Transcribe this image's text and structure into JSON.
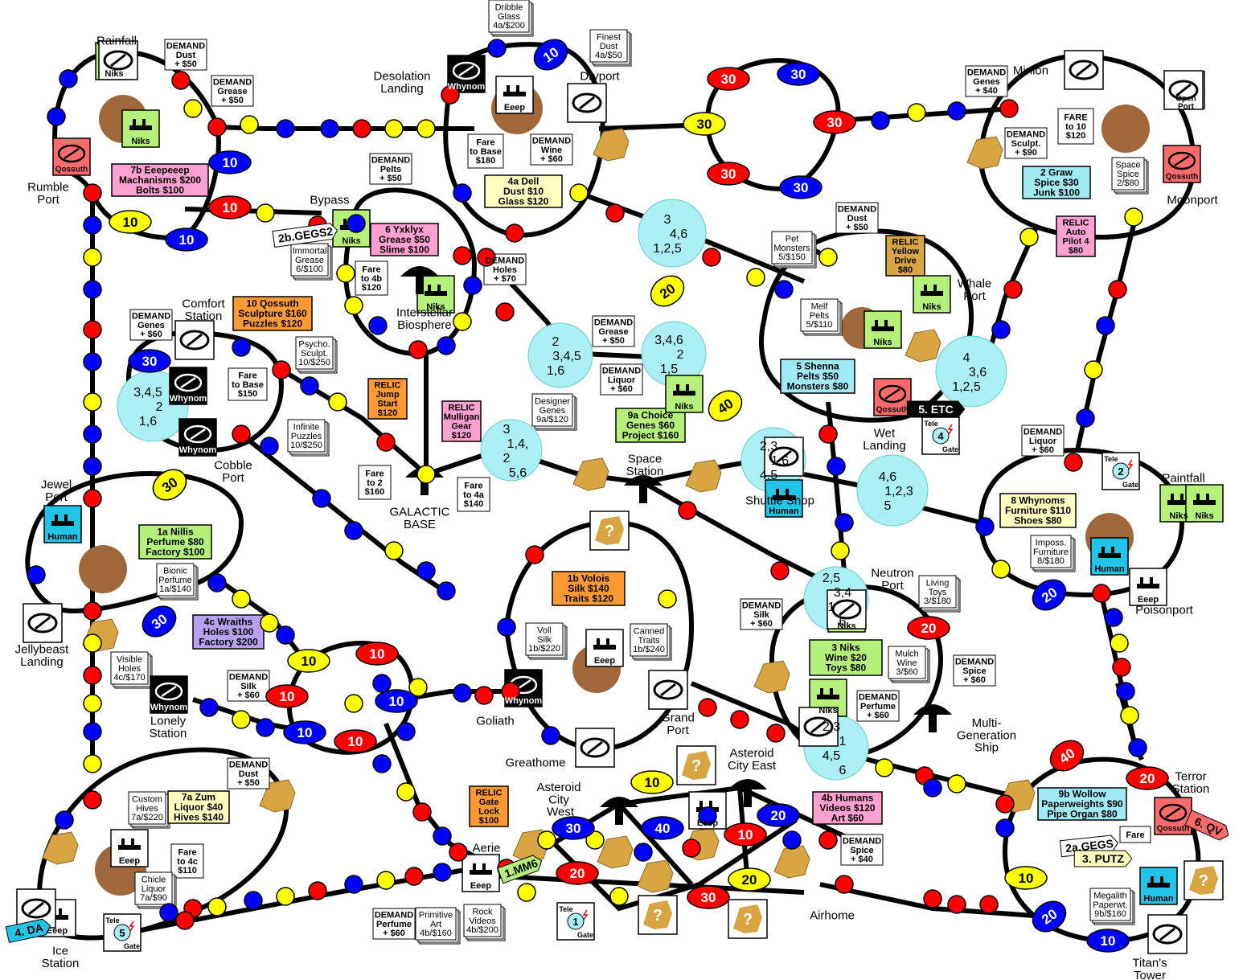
{
  "colors": {
    "red": "#ff0000",
    "blue": "#0000ff",
    "yellow": "#ffff00",
    "cyan": "#aaf0f4",
    "green": "#b4f07a",
    "pink": "#ffa0d2",
    "orange": "#ff9933",
    "lavender": "#b8a0f0",
    "cream": "#ffffc0",
    "brown": "#a0683a",
    "tan": "#d9a542",
    "ltblue": "#9feaf4",
    "human": "#22c4e8",
    "qossuth": "#ff6a6a"
  },
  "places": [
    {
      "id": "rainfall",
      "text": "Rainfall"
    },
    {
      "id": "rumble",
      "text": "Rumble\nPort"
    },
    {
      "id": "desolation",
      "text": "Desolation\nLanding"
    },
    {
      "id": "dryport",
      "text": "Dryport"
    },
    {
      "id": "minion",
      "text": "Minion"
    },
    {
      "id": "moonport",
      "text": "Moonport"
    },
    {
      "id": "bypass",
      "text": "Bypass"
    },
    {
      "id": "interstellar",
      "text": "Interstellar\nBiosphere"
    },
    {
      "id": "comfort",
      "text": "Comfort\nStation"
    },
    {
      "id": "whale",
      "text": "Whale\nPort"
    },
    {
      "id": "wet",
      "text": "Wet\nLanding"
    },
    {
      "id": "cobble",
      "text": "Cobble\nPort"
    },
    {
      "id": "jewel",
      "text": "Jewel\nPort"
    },
    {
      "id": "galactic",
      "text": "GALACTIC\nBASE"
    },
    {
      "id": "spacest",
      "text": "Space\nStation"
    },
    {
      "id": "shuttle",
      "text": "Shuttle Shop"
    },
    {
      "id": "paintfall",
      "text": "Paintfall"
    },
    {
      "id": "neutron",
      "text": "Neutron\nPort"
    },
    {
      "id": "poison",
      "text": "Poisonport"
    },
    {
      "id": "jelly",
      "text": "Jellybeast\nLanding"
    },
    {
      "id": "lonely",
      "text": "Lonely\nStation"
    },
    {
      "id": "goliath",
      "text": "Goliath"
    },
    {
      "id": "grandp",
      "text": "Grand\nPort"
    },
    {
      "id": "greathome",
      "text": "Greathome"
    },
    {
      "id": "multigen",
      "text": "Multi-\nGeneration\nShip"
    },
    {
      "id": "acEast",
      "text": "Asteroid\nCity    East"
    },
    {
      "id": "acWest",
      "text": "Asteroid\nCity\n     West"
    },
    {
      "id": "terror",
      "text": "Terror\nStation"
    },
    {
      "id": "aerie",
      "text": "Aerie"
    },
    {
      "id": "airhome",
      "text": "Airhome"
    },
    {
      "id": "ice",
      "text": "Ice\nStation"
    },
    {
      "id": "titan",
      "text": "Titan's\nTower"
    }
  ],
  "infoBoxes": [
    {
      "id": "d1",
      "text": "DEMAND\nDust\n+  $50"
    },
    {
      "id": "d2",
      "text": "DEMAND\nGrease\n+  $50"
    },
    {
      "id": "d3",
      "text": "DEMAND\nPelts\n+  $50"
    },
    {
      "id": "d4",
      "text": "DEMAND\nGenes\n+  $40"
    },
    {
      "id": "d5",
      "text": "DEMAND\nDust\n+  $50"
    },
    {
      "id": "d6",
      "text": "DEMAND\nHoles\n+  $70"
    },
    {
      "id": "d7",
      "text": "DEMAND\nGenes\n+  $60"
    },
    {
      "id": "d8",
      "text": "DEMAND\nGrease\n+  $50"
    },
    {
      "id": "d9",
      "text": "DEMAND\nLiquor\n+  $60"
    },
    {
      "id": "d10",
      "text": "DEMAND\nLiquor\n+  $60"
    },
    {
      "id": "d11",
      "text": "DEMAND\nWine\n+  $60"
    },
    {
      "id": "d12",
      "text": "DEMAND\nSculpt.\n+  $90"
    },
    {
      "id": "d13",
      "text": "DEMAND\nSilk\n+  $60"
    },
    {
      "id": "d14",
      "text": "DEMAND\nSilk\n+  $60"
    },
    {
      "id": "d15",
      "text": "DEMAND\nSpice\n+  $60"
    },
    {
      "id": "d16",
      "text": "DEMAND\nPerfume\n+  $60"
    },
    {
      "id": "d17",
      "text": "DEMAND\nDust\n+  $50"
    },
    {
      "id": "d18",
      "text": "DEMAND\nSpice\n+  $40"
    },
    {
      "id": "d19",
      "text": "DEMAND\nPerfume\n+  $60"
    },
    {
      "id": "f1",
      "text": "Fare\nto  Base\n$180"
    },
    {
      "id": "f2",
      "text": "Fare\nto  4b\n$120"
    },
    {
      "id": "f3",
      "text": "Fare\nto  Base\n$150"
    },
    {
      "id": "f4",
      "text": "Fare\nto  2\n$160"
    },
    {
      "id": "f5",
      "text": "Fare\nto  4a\n$140"
    },
    {
      "id": "f6",
      "text": "FARE\nto 10\n$120"
    },
    {
      "id": "f7",
      "text": "Fare\nto  4c\n$110"
    },
    {
      "id": "f8",
      "text": "Fare"
    },
    {
      "id": "s1",
      "text": "Dribble\nGlass\n4a/$200"
    },
    {
      "id": "s2",
      "text": "Finest\nDust\n4a/$50"
    },
    {
      "id": "s3",
      "text": "Immortal\nGrease\n6/$100"
    },
    {
      "id": "s4",
      "text": "Pet\nMonsters\n5/$150"
    },
    {
      "id": "s5",
      "text": "Melf\nPelts\n5/$110"
    },
    {
      "id": "s6",
      "text": "Psycho.\nSculpt.\n10/$250"
    },
    {
      "id": "s7",
      "text": "Infinite\nPuzzles\n10/$250"
    },
    {
      "id": "s8",
      "text": "Designer\nGenes\n9a/$120"
    },
    {
      "id": "s9",
      "text": "Space\nSpice\n2/$80"
    },
    {
      "id": "s10",
      "text": "Bionic\nPerfume\n1a/$140"
    },
    {
      "id": "s11",
      "text": "Voll\nSilk\n1b/$220"
    },
    {
      "id": "s12",
      "text": "Canned\nTraits\n1b/$240"
    },
    {
      "id": "s13",
      "text": "Living\nToys\n3/$180"
    },
    {
      "id": "s14",
      "text": "Mulch\nWine\n3/$60"
    },
    {
      "id": "s15",
      "text": "Imposs.\nFurniture\n8/$180"
    },
    {
      "id": "s16",
      "text": "Visible\nHoles\n4c/$170"
    },
    {
      "id": "s17",
      "text": "Custom\nHives\n7a/$220"
    },
    {
      "id": "s18",
      "text": "Chicle\nLiquor\n7a/$90"
    },
    {
      "id": "s19",
      "text": "Primitive\nArt\n4b/$160"
    },
    {
      "id": "s20",
      "text": "Rock\nVideos\n4b/$200"
    },
    {
      "id": "s21",
      "text": "Megalith\nPaperwt.\n9b/$160"
    }
  ],
  "tradeBoxes": [
    {
      "id": "t7b",
      "text": "7b  Eeepeeep\nMachanisms  $200\nBolts  $100"
    },
    {
      "id": "t4a",
      "text": "4a     Dell\nDust    $10\nGlass   $120"
    },
    {
      "id": "t2",
      "text": "2     Graw\nSpice    $30\nJunk    $100"
    },
    {
      "id": "t6",
      "text": "6   Yxklyx\nGrease   $50\nSlime   $100"
    },
    {
      "id": "t10",
      "text": "10   Qossuth\nSculpture  $160\nPuzzles   $120"
    },
    {
      "id": "t5",
      "text": "5 Shenna\nPelts  $50\nMonsters $80"
    },
    {
      "id": "t9a",
      "text": "9a    Choice\nGenes   $60\nProject   $160"
    },
    {
      "id": "t8",
      "text": "8   Whynoms\nFurniture   $110\nShoes   $80"
    },
    {
      "id": "t1a",
      "text": "1a     Nillis\nPerfume   $80\nFactory   $100"
    },
    {
      "id": "t1b",
      "text": "1b    Volois\nSilk    $140\nTraits   $120"
    },
    {
      "id": "t4c",
      "text": "4c Wraiths\nHoles  $100\nFactory $200"
    },
    {
      "id": "t3",
      "text": "3  Niks\nWine  $20\nToys $80"
    },
    {
      "id": "t7a",
      "text": "7a     Zum\nLiquor   $40\nHives   $140"
    },
    {
      "id": "t4b",
      "text": "4b  Humans\nVideos  $120\nArt   $60"
    },
    {
      "id": "t9b",
      "text": "9b  Wollow\nPaperweights  $90\nPipe Organ $80"
    }
  ],
  "relics": [
    {
      "id": "r1",
      "text": "RELIC\nYellow\nDrive\n$80"
    },
    {
      "id": "r2",
      "text": "RELIC\nAuto\nPilot   4\n$80"
    },
    {
      "id": "r3",
      "text": "RELIC\nJump\nStart\n$120"
    },
    {
      "id": "r4",
      "text": "RELIC\nMulligan\nGear\n$120"
    },
    {
      "id": "r5",
      "text": "RELIC\nGate\nLock\n$100"
    }
  ],
  "raceBoxes": [
    {
      "id": "niks1",
      "race": "Niks"
    },
    {
      "id": "niks2",
      "race": "Niks"
    },
    {
      "id": "niks3",
      "race": "Niks"
    },
    {
      "id": "niks4",
      "race": "Niks"
    },
    {
      "id": "niks5",
      "race": "Niks"
    },
    {
      "id": "niks6",
      "race": "Niks"
    },
    {
      "id": "niks7",
      "race": "Niks"
    },
    {
      "id": "niks8",
      "race": "Niks"
    },
    {
      "id": "niks9",
      "race": "Niks"
    },
    {
      "id": "niks10",
      "race": "Niks"
    },
    {
      "id": "niks11",
      "race": "Niks"
    },
    {
      "id": "qos1",
      "race": "Qossuth"
    },
    {
      "id": "qos2",
      "race": "Qossuth"
    },
    {
      "id": "qos3",
      "race": "Qossuth"
    },
    {
      "id": "qos4",
      "race": "Qossuth"
    },
    {
      "id": "why1",
      "race": "Whynom"
    },
    {
      "id": "why2",
      "race": "Whynom"
    },
    {
      "id": "why3",
      "race": "Whynom"
    },
    {
      "id": "why4",
      "race": "Whynom"
    },
    {
      "id": "why5",
      "race": "Whynom"
    },
    {
      "id": "eeep1",
      "race": "Eeep"
    },
    {
      "id": "eeep2",
      "race": "Eeep"
    },
    {
      "id": "eeep3",
      "race": "Eeep"
    },
    {
      "id": "eeep4",
      "race": "Eeep"
    },
    {
      "id": "eeep5",
      "race": "Eeep"
    },
    {
      "id": "eeep6",
      "race": "Eeep"
    },
    {
      "id": "eeep7",
      "race": "Eeep"
    },
    {
      "id": "hum1",
      "race": "Human"
    },
    {
      "id": "hum2",
      "race": "Human"
    },
    {
      "id": "hum3",
      "race": "Human"
    },
    {
      "id": "hum4",
      "race": "Human"
    },
    {
      "id": "open1",
      "race": "Open\nPort"
    }
  ],
  "oval_nodes": [
    {
      "id": "o1",
      "label": "10"
    },
    {
      "id": "o2",
      "label": "10"
    },
    {
      "id": "o3",
      "label": "10"
    },
    {
      "id": "o4",
      "label": "10"
    },
    {
      "id": "o5",
      "label": "10"
    },
    {
      "id": "o6",
      "label": "30"
    },
    {
      "id": "o7",
      "label": "30"
    },
    {
      "id": "o8",
      "label": "30"
    },
    {
      "id": "o9",
      "label": "30"
    },
    {
      "id": "o10",
      "label": "30"
    },
    {
      "id": "o11",
      "label": "30"
    },
    {
      "id": "o12",
      "label": "30"
    },
    {
      "id": "o13",
      "label": "20"
    },
    {
      "id": "o14",
      "label": "40"
    },
    {
      "id": "o15",
      "label": "30"
    },
    {
      "id": "o16",
      "label": "30"
    },
    {
      "id": "o17",
      "label": "30"
    },
    {
      "id": "o18",
      "label": "20"
    },
    {
      "id": "o19",
      "label": "10"
    },
    {
      "id": "o20",
      "label": "10"
    },
    {
      "id": "o21",
      "label": "10"
    },
    {
      "id": "o22",
      "label": "10"
    },
    {
      "id": "o23",
      "label": "10"
    },
    {
      "id": "o24",
      "label": "10"
    },
    {
      "id": "o25",
      "label": "30"
    },
    {
      "id": "o26",
      "label": "40"
    },
    {
      "id": "o27",
      "label": "10"
    },
    {
      "id": "o28",
      "label": "20"
    },
    {
      "id": "o29",
      "label": "20"
    },
    {
      "id": "o30",
      "label": "30"
    },
    {
      "id": "o31",
      "label": "20"
    },
    {
      "id": "o32",
      "label": "10"
    },
    {
      "id": "o33",
      "label": "40"
    },
    {
      "id": "o34",
      "label": "20"
    },
    {
      "id": "o35",
      "label": "10"
    },
    {
      "id": "o36",
      "label": "20"
    },
    {
      "id": "o37",
      "label": "10"
    },
    {
      "id": "o38",
      "label": "20"
    },
    {
      "id": "o39",
      "label": "30"
    }
  ],
  "hubs": [
    {
      "id": "h1",
      "lines": [
        "3",
        "4,6",
        "1,2,5"
      ]
    },
    {
      "id": "h2",
      "lines": [
        "2",
        "3,4,5",
        "1,6"
      ]
    },
    {
      "id": "h3",
      "lines": [
        "3,4,6",
        "2",
        "1,5"
      ]
    },
    {
      "id": "h4",
      "lines": [
        "3",
        "1,4,",
        "2",
        "5,6"
      ]
    },
    {
      "id": "h5",
      "lines": [
        "3,4,5",
        "2",
        "1,6"
      ]
    },
    {
      "id": "h6",
      "lines": [
        "4",
        "3,6",
        "1,2,5"
      ]
    },
    {
      "id": "h7",
      "lines": [
        "2,3",
        "1,6",
        "4,5"
      ]
    },
    {
      "id": "h8",
      "lines": [
        "4,6",
        "1,2,3",
        "5"
      ]
    },
    {
      "id": "h9",
      "lines": [
        "2,5",
        "3,4",
        "1",
        "6"
      ]
    },
    {
      "id": "h10",
      "lines": [
        "2,3",
        "1",
        "4,5",
        "6"
      ]
    }
  ],
  "gates": [
    {
      "id": "g1",
      "label": "Tele",
      "num": "4",
      "sub": "Gate"
    },
    {
      "id": "g2",
      "label": "Tele",
      "num": "2",
      "sub": "Gate"
    },
    {
      "id": "g3",
      "label": "Tele",
      "num": "5",
      "sub": "Gate"
    },
    {
      "id": "g4",
      "label": "Tele",
      "num": "1",
      "sub": "Gate"
    }
  ],
  "flags": [
    {
      "id": "fl1",
      "text": "2b.GEGS2"
    },
    {
      "id": "fl2",
      "text": "5.  ETC"
    },
    {
      "id": "fl3",
      "text": "4. DA"
    },
    {
      "id": "fl4",
      "text": "1.MM6"
    },
    {
      "id": "fl5",
      "text": "2a.GEGS"
    },
    {
      "id": "fl6",
      "text": "3. PUTZ"
    },
    {
      "id": "fl7",
      "text": "6. QV"
    }
  ],
  "question_mark": "?"
}
